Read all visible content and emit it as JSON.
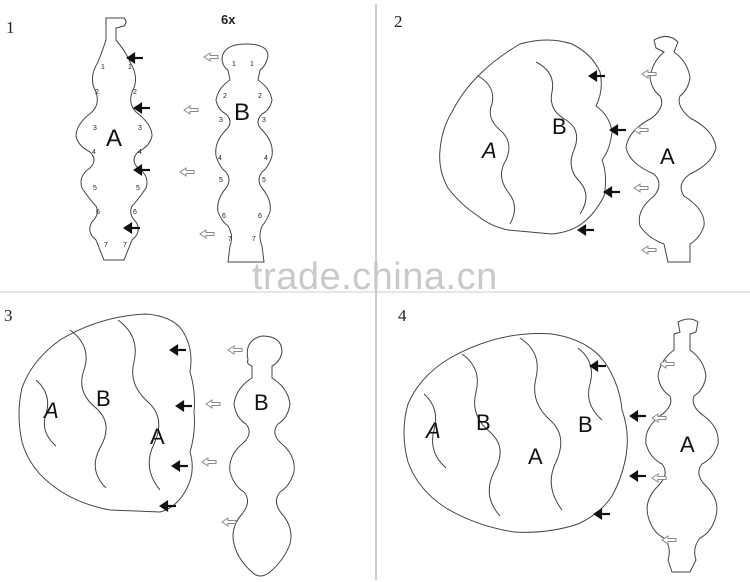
{
  "panels": [
    {
      "number": "1"
    },
    {
      "number": "2"
    },
    {
      "number": "3"
    },
    {
      "number": "4"
    }
  ],
  "panel1": {
    "quantity": "6x",
    "piece_a": {
      "letter": "A",
      "slot_numbers": [
        "1",
        "2",
        "3",
        "4",
        "5",
        "6",
        "7"
      ]
    },
    "piece_b": {
      "letter": "B",
      "slot_numbers": [
        "1",
        "2",
        "3",
        "4",
        "5",
        "6",
        "7"
      ]
    }
  },
  "panel2": {
    "shell_letters": [
      "A",
      "B"
    ],
    "piece_letter": "A"
  },
  "panel3": {
    "shell_letters": [
      "A",
      "B",
      "A"
    ],
    "piece_letter": "B"
  },
  "panel4": {
    "shell_letters": [
      "A",
      "B",
      "A",
      "B"
    ],
    "piece_letter": "A"
  },
  "watermark": "trade.china.cn",
  "colors": {
    "stroke": "#444444",
    "arrow_filled": "#111111",
    "arrow_hollow": "#888888",
    "divider": "#999999"
  }
}
